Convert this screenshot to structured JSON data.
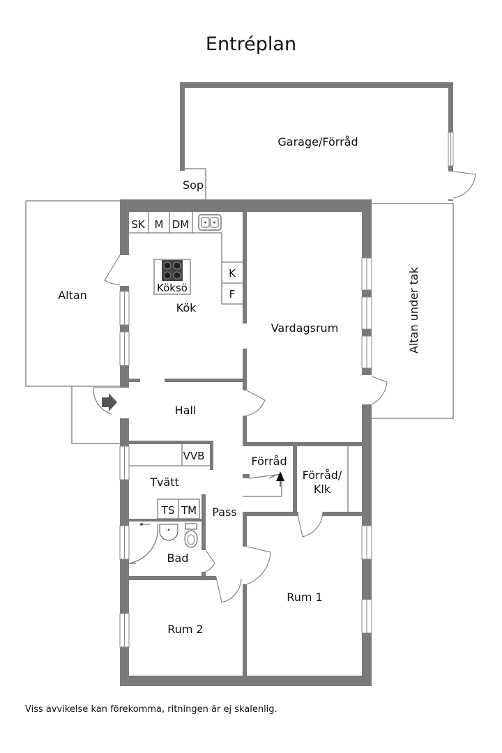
{
  "title": "Entréplan",
  "footnote": "Viss avvikelse kan förekomma, ritningen är ej skalenlig.",
  "rooms": {
    "garage": "Garage/Förråd",
    "sop": "Sop",
    "altan": "Altan",
    "altan_under_tak": "Altan under tak",
    "kok": "Kök",
    "koksö": "Köksö",
    "vardagsrum": "Vardagsrum",
    "hall": "Hall",
    "forrad": "Förråd",
    "forrad_klk_line1": "Förråd/",
    "forrad_klk_line2": "Klk",
    "tvatt": "Tvätt",
    "pass": "Pass",
    "bad": "Bad",
    "rum1": "Rum 1",
    "rum2": "Rum 2"
  },
  "appliances": {
    "sk": "SK",
    "m": "M",
    "dm": "DM",
    "k": "K",
    "f": "F",
    "vvb": "VVB",
    "ts": "TS",
    "tm": "TM"
  },
  "icons": {
    "stove": "stove-icon",
    "sink": "sink-icon",
    "toilet": "toilet-icon",
    "entrance": "entrance-arrow-icon"
  }
}
